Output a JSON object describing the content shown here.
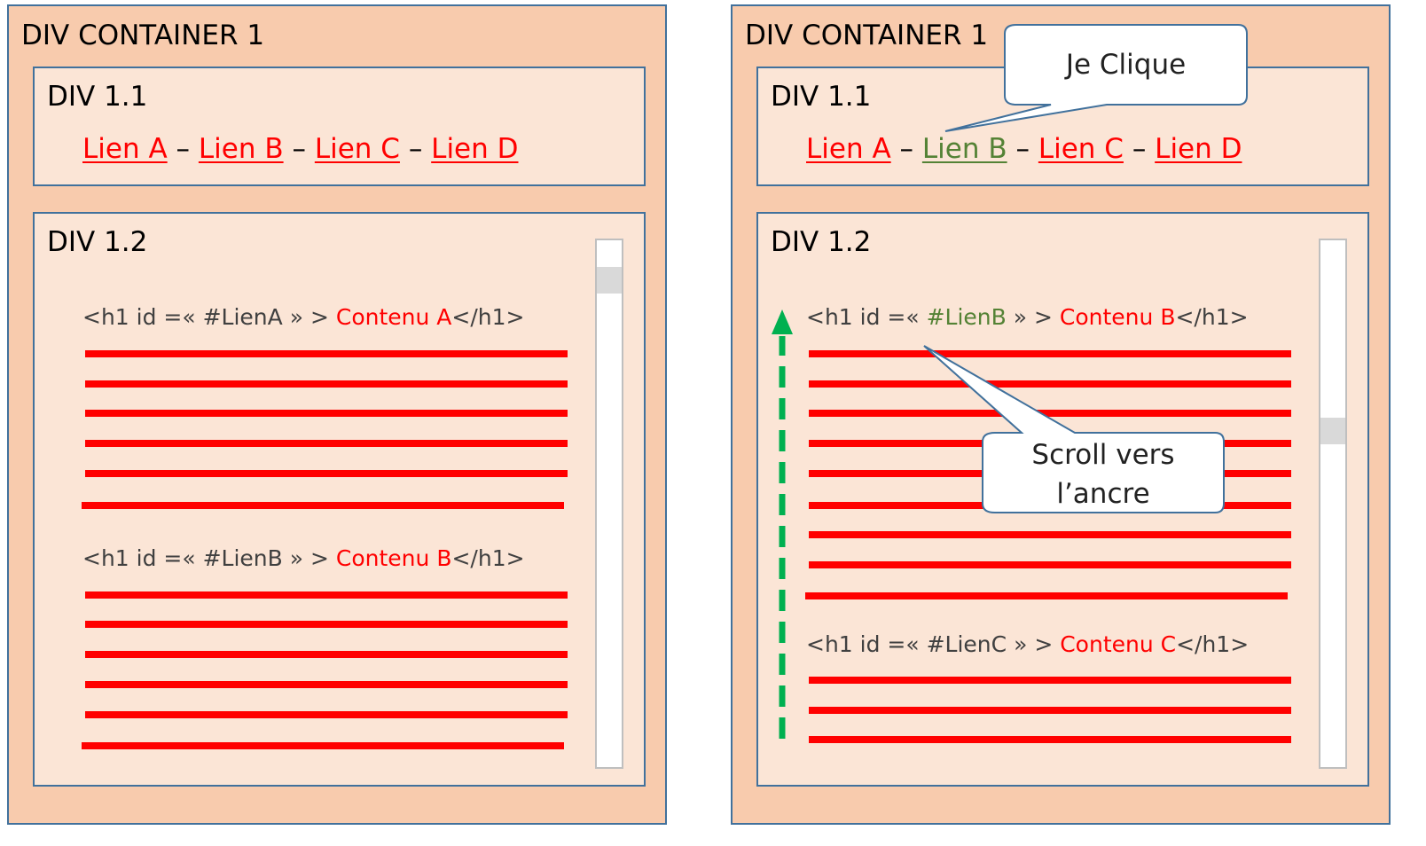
{
  "colors": {
    "outer_fill": "#f8cbad",
    "inner_fill": "#fbe5d6",
    "border": "#41719c",
    "link": "#ff0000",
    "link_clicked": "#548235",
    "content_line": "#ff0000",
    "arrow": "#00b050"
  },
  "left_panel": {
    "container_title": "DIV CONTAINER 1",
    "div11_title": "DIV 1.1",
    "links": [
      "Lien A",
      "Lien B",
      "Lien C",
      "Lien D"
    ],
    "link_separator": "–",
    "div12_title": "DIV 1.2",
    "sections": [
      {
        "prefix": "<h1 id =« ",
        "anchor": "#LienA",
        "middle": " » > ",
        "content": "Contenu A",
        "suffix": "</h1>"
      },
      {
        "prefix": "<h1 id =« ",
        "anchor": "#LienB",
        "middle": " » > ",
        "content": "Contenu B",
        "suffix": "</h1>"
      }
    ]
  },
  "right_panel": {
    "container_title": "DIV CONTAINER 1",
    "div11_title": "DIV 1.1",
    "links": [
      "Lien A",
      "Lien B",
      "Lien C",
      "Lien D"
    ],
    "link_separator": "–",
    "clicked_link": "Lien B",
    "div12_title": "DIV 1.2",
    "sections": [
      {
        "prefix": "<h1 id =« ",
        "anchor": "#LienB",
        "middle": " » > ",
        "content": "Contenu B",
        "suffix": "</h1>"
      },
      {
        "prefix": "<h1 id =« ",
        "anchor": "#LienC",
        "middle": " » > ",
        "content": "Contenu C",
        "suffix": "</h1>"
      }
    ],
    "callout_click": "Je Clique",
    "callout_scroll_line1": "Scroll vers",
    "callout_scroll_line2": "l’ancre"
  }
}
